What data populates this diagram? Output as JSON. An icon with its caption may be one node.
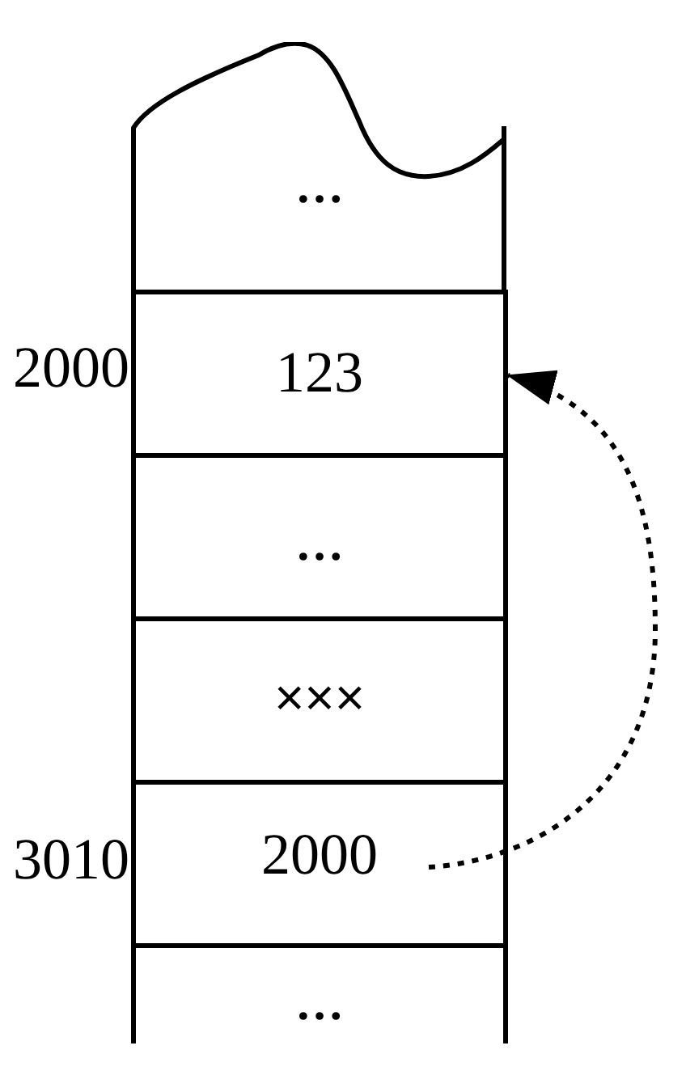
{
  "diagram": {
    "nodes": [
      {
        "text": [
          "…"
        ]
      },
      {
        "text": [
          "123"
        ],
        "beside": [
          "2000"
        ]
      },
      {
        "text": [
          "…"
        ]
      },
      {
        "text": [
          "×××"
        ]
      },
      {
        "text": [
          "2000"
        ],
        "beside": [
          "3010"
        ]
      },
      {
        "text": [
          "…"
        ]
      }
    ],
    "edges": [
      {
        "from": 4,
        "to": 1,
        "arrow": "to",
        "style": "dashed"
      }
    ]
  }
}
